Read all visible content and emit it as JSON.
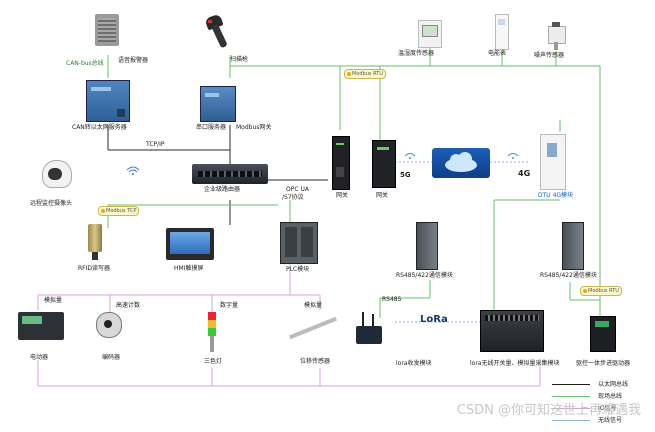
{
  "labels": {
    "can_bus": "CAN-bus总线",
    "voice_alarm": "语音报警器",
    "scanner": "扫描枪",
    "temp_humidity": "温湿度传感器",
    "meter": "电能表",
    "noise_sensor": "噪声传感器",
    "can_ethernet": "CAN转以太网服务器",
    "serial_server": "串口服务器",
    "modbus_gw": "Modbus网关",
    "tcp_ip": "TCP/IP",
    "router": "企业级路由器",
    "opc_ua": "OPC UA",
    "s7": "/S7协议",
    "gw1": "网关",
    "gw2": "网关",
    "dtu": "DTU 4G模块",
    "camera": "远程监控摄像头",
    "rfid": "RFID读写器",
    "hmi": "HMI触摸屏",
    "plc": "PLC模块",
    "rs485_a": "RS485/422通信模块",
    "rs485_b": "RS485/422通信模块",
    "rs485": "RS485",
    "analog1": "模拟量",
    "highspeed": "高速计数",
    "digital": "数字量",
    "analog2": "模拟量",
    "motor": "电动器",
    "encoder": "编码器",
    "light": "三色灯",
    "displacement": "位移传感器",
    "lora_tx": "lora收发模块",
    "lora_io": "lora无线开关量、模拟量采集模块",
    "stepper": "驱控一体步进驱动器",
    "lora_logo": "LoRa",
    "net_5g": "5G",
    "net_4g": "4G",
    "modbus_rtu_badge": "Modbus RTU",
    "modbus_tcp_badge": "Modbus TCP",
    "modbus_rtu_badge2": "Modbus RTU"
  },
  "legend": [
    {
      "label": "以太网总线",
      "color": "#1a1a1a"
    },
    {
      "label": "现场总线",
      "color": "#6abf69"
    },
    {
      "label": "IO信号",
      "color": "#d9a0d8"
    },
    {
      "label": "无线信号",
      "color": "#8fb4d8"
    }
  ],
  "watermark": "CSDN @你可知这世上再难遇我"
}
